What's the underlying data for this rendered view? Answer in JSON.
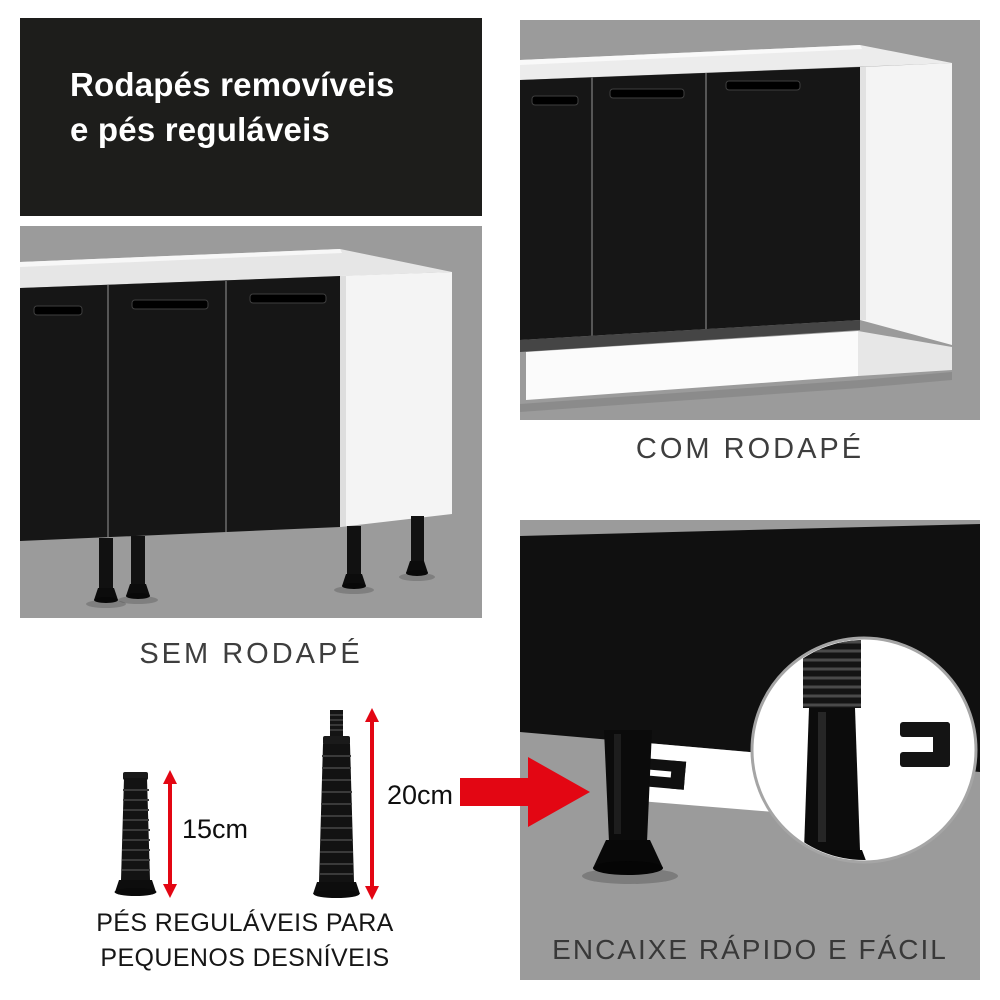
{
  "header": {
    "line1": "Rodapés removíveis",
    "line2": "e pés reguláveis"
  },
  "panels": {
    "sem_rodape": {
      "caption": "SEM RODAPÉ"
    },
    "com_rodape": {
      "caption": "COM RODAPÉ"
    },
    "encaixe": {
      "caption": "ENCAIXE RÁPIDO E FÁCIL"
    }
  },
  "feet_figure": {
    "small_foot_label": "15cm",
    "large_foot_label": "20cm",
    "caption_line1": "PÉS REGULÁVEIS PARA",
    "caption_line2": "PEQUENOS DESNÍVEIS"
  },
  "icons": {
    "big_arrow": "red-right-arrow-icon",
    "small_measure": "measure-arrow-15-icon",
    "large_measure": "measure-arrow-20-icon",
    "zoom": "zoom-circle",
    "clip": "mount-clip-icon"
  },
  "colors": {
    "banner_bg": "#1d1d1b",
    "panel_bg": "#9b9b9b",
    "accent_red": "#e30613",
    "caption_text": "#3e3e3e",
    "cabinet_door": "#161616",
    "cabinet_body": "#f4f4f4"
  }
}
